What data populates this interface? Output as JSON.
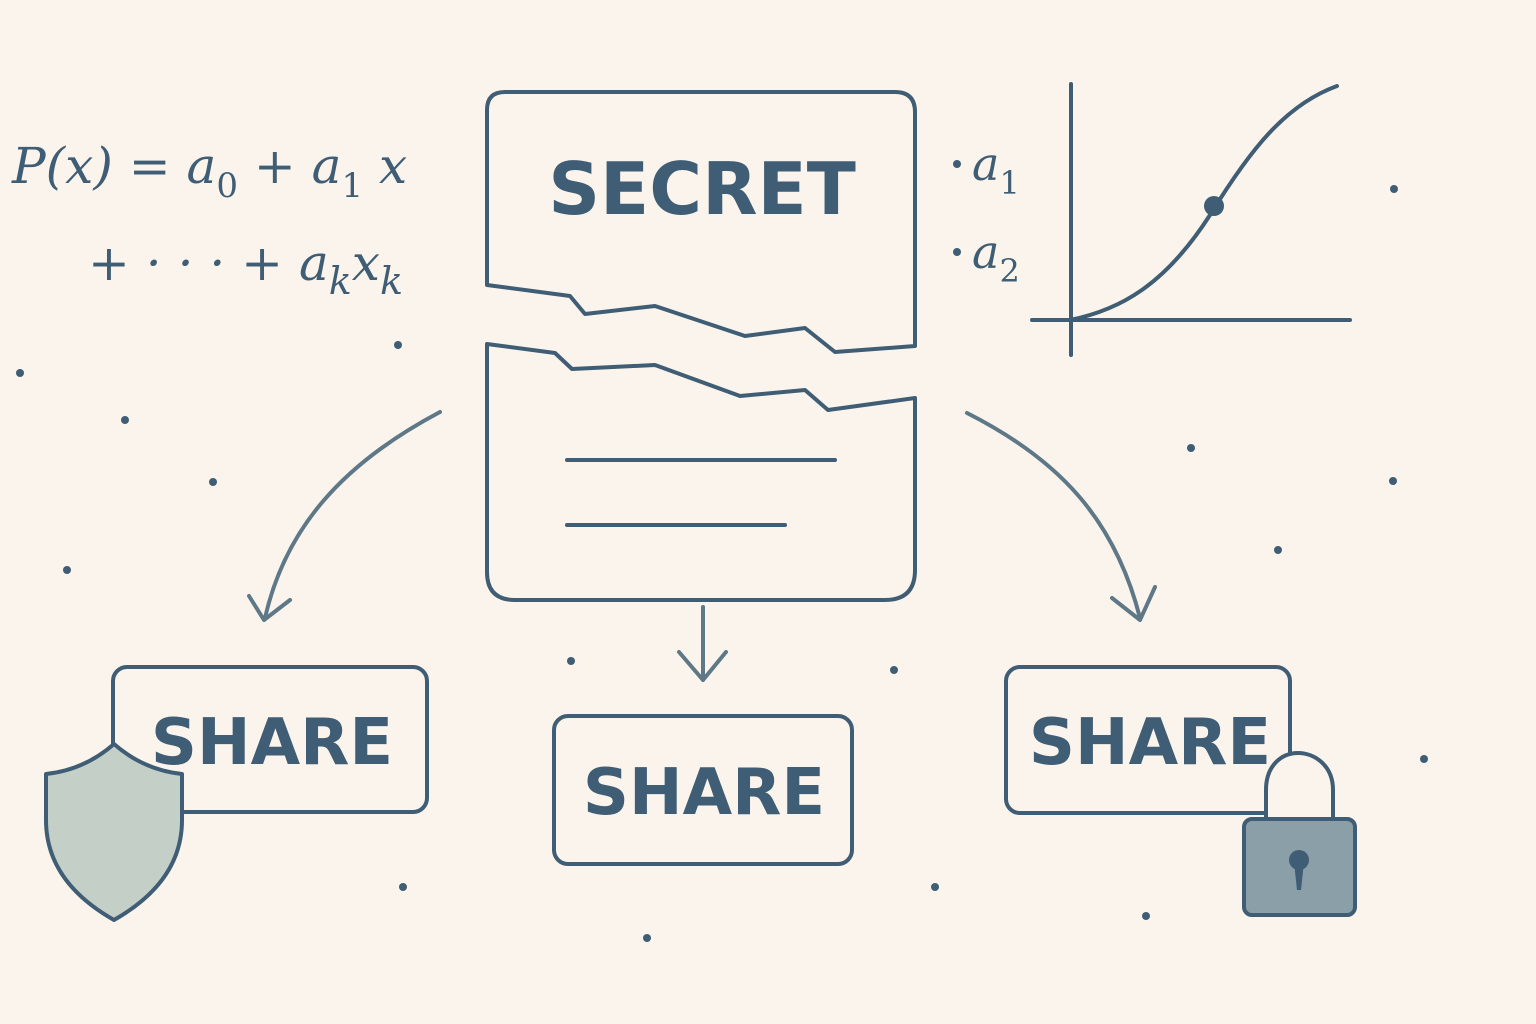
{
  "formula": {
    "line1": "P(x) = a",
    "sub0": "0",
    "plus1": " + a",
    "sub1": "1",
    "x1": " x",
    "line2": "+ · · · + a",
    "subk": "k",
    "xk": "x",
    "subk2": "k"
  },
  "secret": {
    "label": "SECRET"
  },
  "coefficients": [
    {
      "letter": "a",
      "sub": "1"
    },
    {
      "letter": "a",
      "sub": "2"
    }
  ],
  "shares": [
    {
      "label": "SHARE",
      "decoration": "shield-icon"
    },
    {
      "label": "SHARE",
      "decoration": "none"
    },
    {
      "label": "SHARE",
      "decoration": "lock-icon"
    }
  ],
  "colors": {
    "background": "#fbf4ec",
    "ink": "#3f5d74",
    "arrow": "#5e7888",
    "shield_fill": "#c4cfc8",
    "lock_fill": "#8b9fa8"
  }
}
